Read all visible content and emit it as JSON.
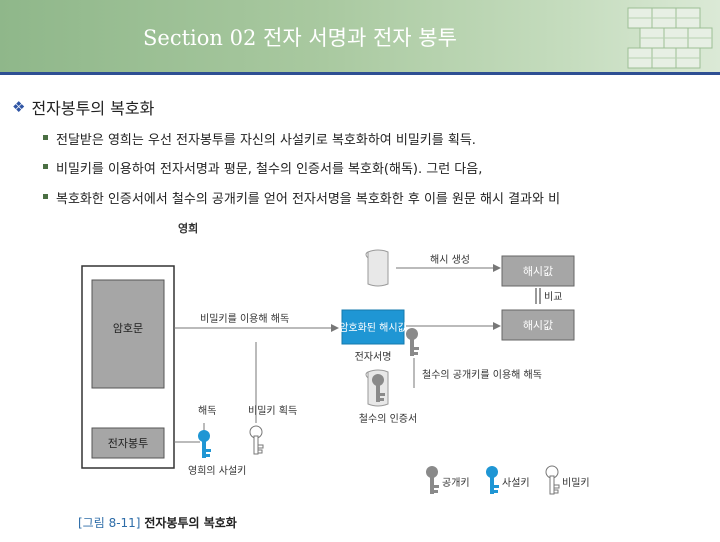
{
  "header": {
    "title": "Section 02 전자 서명과 전자 봉투"
  },
  "heading": "전자봉투의 복호화",
  "bullets": [
    "전달받은 영희는 우선 전자봉투를 자신의 사설키로 복호화하여 비밀키를 획득.",
    "비밀키를 이용하여 전자서명과 평문, 철수의 인증서를 복호화(해독). 그런 다음,",
    "복호화한 인증서에서 철수의 공개키를 얻어 전자서명을 복호화한 후 이를 원문 해시 결과와 비"
  ],
  "figure": {
    "person": "영희",
    "ciphertext": "암호문",
    "envelope": "전자봉투",
    "decrypt_with_secret": "비밀키를 이용해 해독",
    "decrypt": "해독",
    "get_secret": "비밀키 획득",
    "private_key_owner": "영희의 사설키",
    "hash_generate": "해시 생성",
    "hash_value_1": "해시값",
    "hash_value_2": "해시값",
    "compare": "비교",
    "encrypted_hash": "암호화된 해시값",
    "signature": "전자서명",
    "decrypt_with_public": "철수의 공개키를 이용해 해독",
    "certificate": "철수의 인증서",
    "legend": {
      "public": "공개키",
      "private": "사설키",
      "secret": "비밀키"
    },
    "caption_num": "[그림 8-11]",
    "caption_text": "전자봉투의 복호화"
  },
  "colors": {
    "accent_blue": "#1f96d4",
    "key_gray": "#8a8a8a",
    "box_gray": "#a6a6a6"
  }
}
